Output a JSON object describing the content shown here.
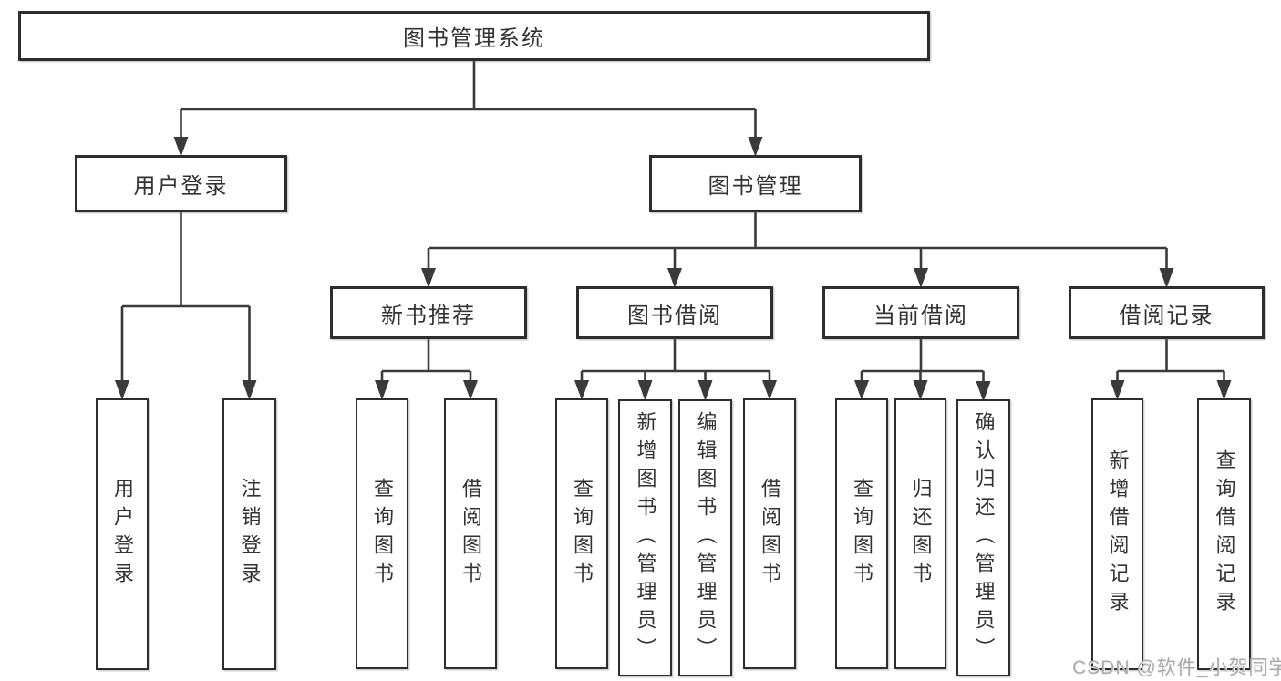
{
  "diagram": {
    "root": {
      "label": "图书管理系统"
    },
    "level2": [
      {
        "label": "用户登录"
      },
      {
        "label": "图书管理"
      }
    ],
    "level3": [
      {
        "label": "新书推荐"
      },
      {
        "label": "图书借阅"
      },
      {
        "label": "当前借阅"
      },
      {
        "label": "借阅记录"
      }
    ],
    "leaves": {
      "user_login": [
        {
          "label": "用户登录"
        },
        {
          "label": "注销登录"
        }
      ],
      "new_book_recommend": [
        {
          "label": "查询图书"
        },
        {
          "label": "借阅图书"
        }
      ],
      "book_borrowing": [
        {
          "label": "查询图书"
        },
        {
          "label": "新增图书（管理员）"
        },
        {
          "label": "编辑图书（管理员）"
        },
        {
          "label": "借阅图书"
        }
      ],
      "current_borrowing": [
        {
          "label": "查询图书"
        },
        {
          "label": "归还图书"
        },
        {
          "label": "确认归还（管理员）"
        }
      ],
      "borrowing_records": [
        {
          "label": "新增借阅记录"
        },
        {
          "label": "查询借阅记录"
        }
      ]
    },
    "watermark": "CSDN @软件_小贺同学",
    "colors": {
      "line": "#3a3a3a",
      "box_border": "#2d2d2d",
      "box_fill": "#ffffff",
      "text": "#333333",
      "watermark": "#ababab"
    }
  }
}
